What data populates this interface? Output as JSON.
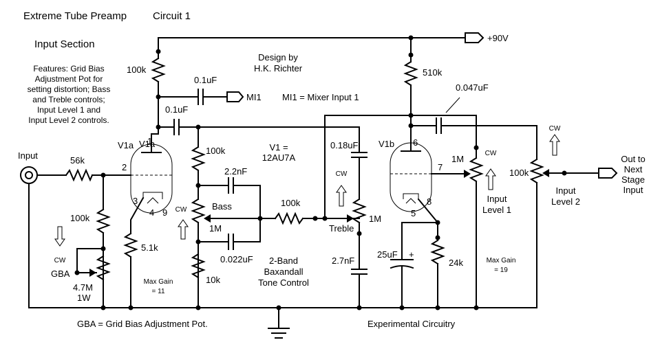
{
  "header": {
    "title": "Extreme Tube Preamp",
    "circuit": "Circuit 1",
    "section": "Input Section"
  },
  "features": [
    "Features:  Grid Bias",
    "Adjustment Pot for",
    "setting distortion; Bass",
    "and Treble controls;",
    "Input Level 1 and",
    "Input Level 2 controls."
  ],
  "credits": [
    "Design by",
    "H.K. Richter"
  ],
  "tube": [
    "V1 =",
    "12AU7A"
  ],
  "supply": "+90V",
  "mixer": {
    "label": "MI1",
    "note": "MI1 = Mixer Input 1"
  },
  "input_label": "Input",
  "output_label": [
    "Out to",
    "Next",
    "Stage",
    "Input"
  ],
  "components": {
    "r_in": "56k",
    "r_plate_a": "100k",
    "c_mixer": "0.1uF",
    "c_couple_a": "0.1uF",
    "r_bass_top": "100k",
    "c_bass_top": "2.2nF",
    "bass": "Bass",
    "r_bass_pot": "1M",
    "c_bass_bot": "0.022uF",
    "r_bass_bot": "10k",
    "r_mid": "100k",
    "c_treble_top": "0.18uF",
    "treble": "Treble",
    "r_treble_pot": "1M",
    "c_treble_bot": "2.7nF",
    "r_gba_top": "100k",
    "gba": "GBA",
    "gba_pot": [
      "4.7M",
      "1W"
    ],
    "r_cathode_a": "5.1k",
    "r_plate_b": "510k",
    "c_couple_b": "0.047uF",
    "r_level1": "1M",
    "level1": [
      "Input",
      "Level 1"
    ],
    "r_level2": "100k",
    "level2": [
      "Input",
      "Level 2"
    ],
    "c_bypass": "25uF",
    "r_cathode_b": "24k",
    "cw": "CW"
  },
  "tubes": {
    "v1a": "V1a",
    "v1b": "V1b",
    "pins_a": [
      "1",
      "2",
      "3",
      "4",
      "9"
    ],
    "pins_b": [
      "6",
      "7",
      "8",
      "5"
    ]
  },
  "gain_a": [
    "Max Gain",
    "= 11"
  ],
  "gain_b": [
    "Max Gain",
    "= 19"
  ],
  "tone_control": [
    "2-Band",
    "Baxandall",
    "Tone Control"
  ],
  "footer": {
    "gba_note": "GBA = Grid Bias Adjustment Pot.",
    "experimental": "Experimental Circuitry"
  }
}
